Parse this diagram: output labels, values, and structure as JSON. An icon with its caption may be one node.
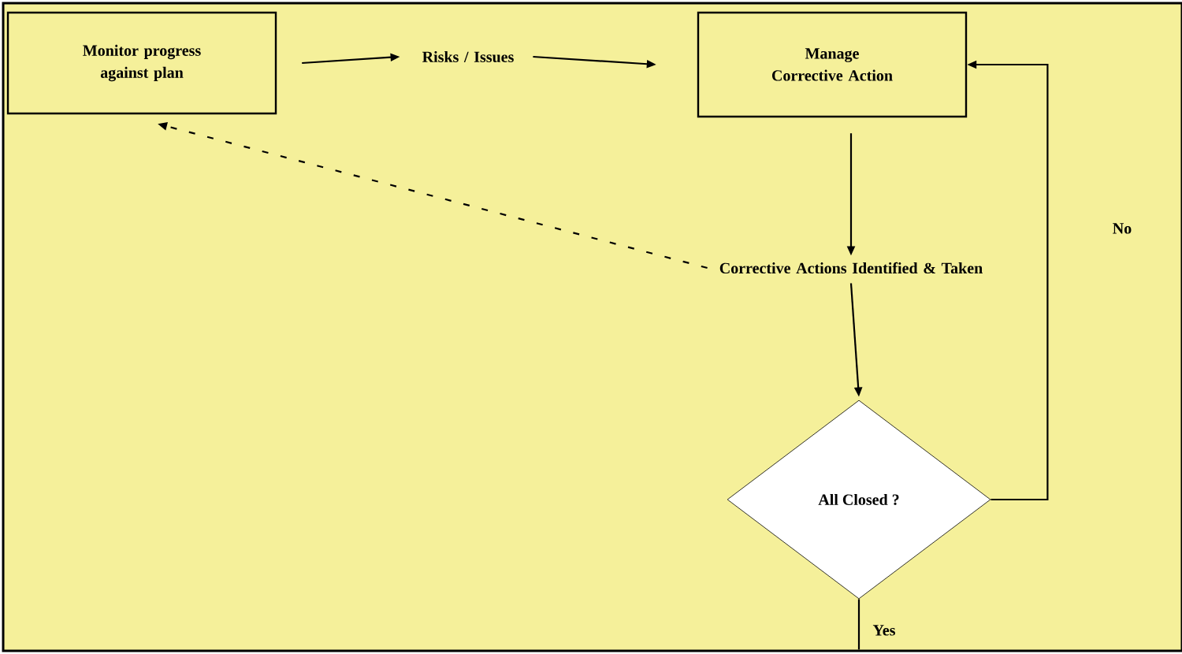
{
  "diagram": {
    "nodes": [
      {
        "text": [
          "Monitor progress against plan"
        ]
      },
      {
        "text": [
          "Risks / Issues"
        ]
      },
      {
        "text": [
          "Manage Corrective Action"
        ]
      },
      {
        "text": [
          "Corrective Actions Identified & Taken"
        ]
      },
      {
        "text": [
          "All Closed ?"
        ]
      }
    ],
    "edges": [
      {
        "from": 0,
        "to": 1,
        "arrow": "to"
      },
      {
        "from": 1,
        "to": 2,
        "arrow": "to"
      },
      {
        "from": 2,
        "to": 3,
        "arrow": "to"
      },
      {
        "from": 3,
        "to": 4,
        "arrow": "to"
      },
      {
        "from": 4,
        "to": 2,
        "arrow": "to",
        "label": "No"
      },
      {
        "from": 4,
        "to": null,
        "arrow": "none",
        "label": "Yes"
      },
      {
        "from": 3,
        "to": 0,
        "arrow": "to",
        "style": "dashed"
      }
    ]
  }
}
